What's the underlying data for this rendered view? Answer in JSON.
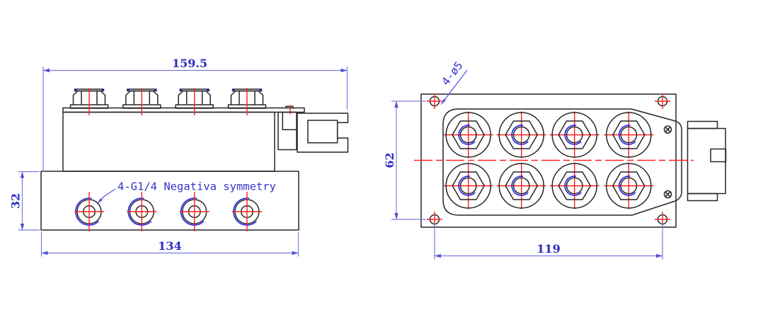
{
  "drawing": {
    "side_view": {
      "dim_overall_length": "159.5",
      "dim_block_height": "32",
      "dim_block_length": "134",
      "port_label": "4-G1/4 Negativa symmetry"
    },
    "top_view": {
      "hole_label": "4-ø5",
      "dim_hole_spacing_vertical": "62",
      "dim_hole_spacing_horizontal": "119"
    },
    "colors": {
      "outline_black": "#262626",
      "centerline_red": "#ff1f1f",
      "thread_blue": "#2020e8",
      "dimension_line": "#7b7be0",
      "dimension_text": "#2b2bc4"
    }
  }
}
